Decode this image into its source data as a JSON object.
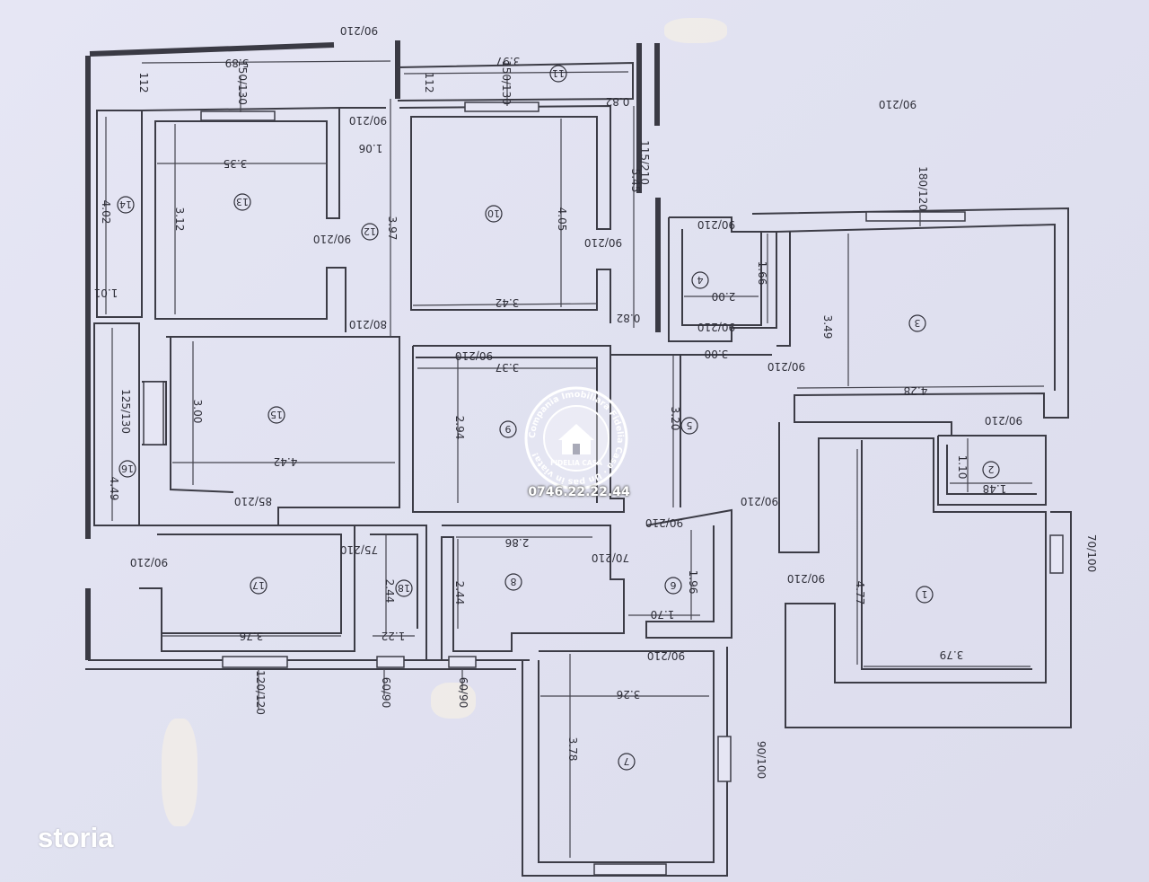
{
  "logo": {
    "text": "storia"
  },
  "watermark": {
    "ring_text": "Compania Imobiliara Fidelia Casa · Un pas in viata!",
    "badge": "FIDELIA CASA",
    "phone": "0746.22.22.44"
  },
  "rooms": [
    "1",
    "2",
    "3",
    "4",
    "5",
    "6",
    "7",
    "8",
    "9",
    "10",
    "11",
    "12",
    "13",
    "14",
    "15",
    "16",
    "17",
    "18"
  ],
  "dimensions": [
    "5.89",
    "3.97",
    "3.35",
    "3.42",
    "3.37",
    "4.42",
    "4.28",
    "3.79",
    "3.76",
    "1.22",
    "2.86",
    "3.26",
    "3.12",
    "4.05",
    "3.00",
    "2.94",
    "3.20",
    "4.77",
    "3.78",
    "2.44",
    "2.44",
    "1.96",
    "1.70",
    "3.49",
    "4.02",
    "1.01",
    "4.49",
    "3.97",
    "5.45",
    "1.06",
    "1.66",
    "2.00",
    "1.10",
    "1.48",
    "0.82",
    "0.82",
    "3.00"
  ],
  "openings": [
    "90/210",
    "90/210",
    "90/210",
    "90/210",
    "80/210",
    "90/210",
    "90/210",
    "90/210",
    "90/210",
    "85/210",
    "75/210",
    "70/210",
    "90/210",
    "90/210",
    "90/210",
    "90/210",
    "90/210",
    "90/210",
    "90/210",
    "70/100",
    "90/100",
    "125/130",
    "150/130",
    "150/130",
    "180/120",
    "120/120",
    "60/90",
    "60/90",
    "115/210"
  ],
  "misc": [
    "112",
    "112",
    "1.06"
  ]
}
